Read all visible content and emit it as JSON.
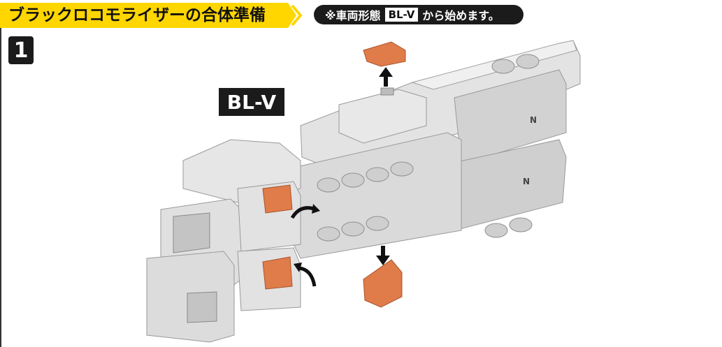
{
  "header": {
    "title": "ブラックロコモライザーの合体準備",
    "note_prefix": "※車両形態",
    "note_badge": "BL-V",
    "note_suffix": "から始めます。"
  },
  "step": {
    "number": "1"
  },
  "figure": {
    "mode_label": "BL-V",
    "part_mark": "N",
    "colors": {
      "banner_yellow": "#ffd600",
      "dark": "#1b1b1b",
      "body_gray": "#d9d9d9",
      "accent_orange": "#e07b4a"
    }
  }
}
